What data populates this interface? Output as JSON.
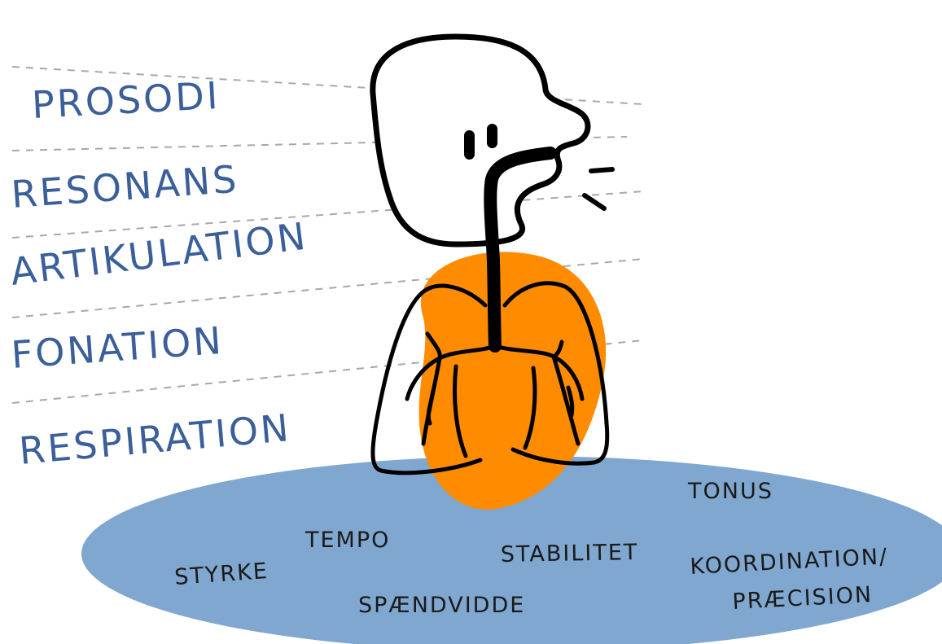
{
  "speech_levels": [
    "PROSODI",
    "RESONANS",
    "ARTIKULATION",
    "FONATION",
    "RESPIRATION"
  ],
  "motor_traits": [
    "TEMPO",
    "STABILITET",
    "TONUS",
    "STYRKE",
    "SPÆNDVIDDE",
    "KOORDINATION/",
    "PRÆCISION"
  ],
  "colors": {
    "level_text": "#3a5f9a",
    "base_ellipse": "#7fa7cf",
    "lungs_fill": "#ff8c00",
    "outline": "#000000",
    "dashed_lines": "#a8a8a8"
  },
  "icons": [
    "head-outline-icon",
    "eyes-icon",
    "vocal-tract-icon",
    "lungs-icon",
    "sound-waves-icon"
  ]
}
